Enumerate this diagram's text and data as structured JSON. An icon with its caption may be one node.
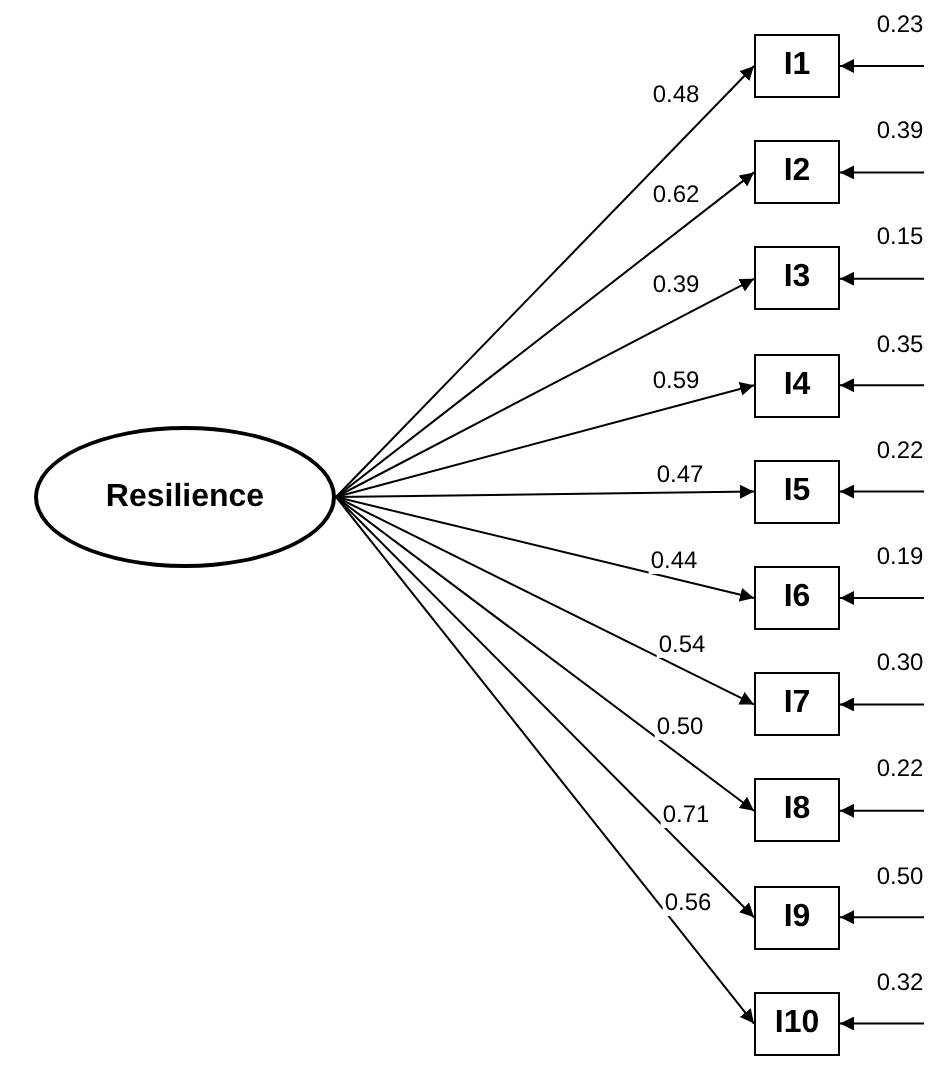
{
  "diagram": {
    "nodes": [
      {
        "text": [
          "Resilience"
        ]
      },
      {
        "text": [
          "I1"
        ]
      },
      {
        "text": [
          "I2"
        ]
      },
      {
        "text": [
          "I3"
        ]
      },
      {
        "text": [
          "I4"
        ]
      },
      {
        "text": [
          "I5"
        ]
      },
      {
        "text": [
          "I6"
        ]
      },
      {
        "text": [
          "I7"
        ]
      },
      {
        "text": [
          "I8"
        ]
      },
      {
        "text": [
          "I9"
        ]
      },
      {
        "text": [
          "I10"
        ]
      }
    ],
    "edges": [
      {
        "from": 0,
        "to": 1,
        "arrow": "to",
        "label": "0.48"
      },
      {
        "from": 0,
        "to": 2,
        "arrow": "to",
        "label": "0.62"
      },
      {
        "from": 0,
        "to": 3,
        "arrow": "to",
        "label": "0.39"
      },
      {
        "from": 0,
        "to": 4,
        "arrow": "to",
        "label": "0.59"
      },
      {
        "from": 0,
        "to": 5,
        "arrow": "to",
        "label": "0.47"
      },
      {
        "from": 0,
        "to": 6,
        "arrow": "to",
        "label": "0.44"
      },
      {
        "from": 0,
        "to": 7,
        "arrow": "to",
        "label": "0.54"
      },
      {
        "from": 0,
        "to": 8,
        "arrow": "to",
        "label": "0.50"
      },
      {
        "from": 0,
        "to": 9,
        "arrow": "to",
        "label": "0.71"
      },
      {
        "from": 0,
        "to": 10,
        "arrow": "to",
        "label": "0.56"
      },
      {
        "from": null,
        "to": 1,
        "arrow": "to",
        "label": "0.23"
      },
      {
        "from": null,
        "to": 2,
        "arrow": "to",
        "label": "0.39"
      },
      {
        "from": null,
        "to": 3,
        "arrow": "to",
        "label": "0.15"
      },
      {
        "from": null,
        "to": 4,
        "arrow": "to",
        "label": "0.35"
      },
      {
        "from": null,
        "to": 5,
        "arrow": "to",
        "label": "0.22"
      },
      {
        "from": null,
        "to": 6,
        "arrow": "to",
        "label": "0.19"
      },
      {
        "from": null,
        "to": 7,
        "arrow": "to",
        "label": "0.30"
      },
      {
        "from": null,
        "to": 8,
        "arrow": "to",
        "label": "0.22"
      },
      {
        "from": null,
        "to": 9,
        "arrow": "to",
        "label": "0.50"
      },
      {
        "from": null,
        "to": 10,
        "arrow": "to",
        "label": "0.32"
      }
    ]
  }
}
